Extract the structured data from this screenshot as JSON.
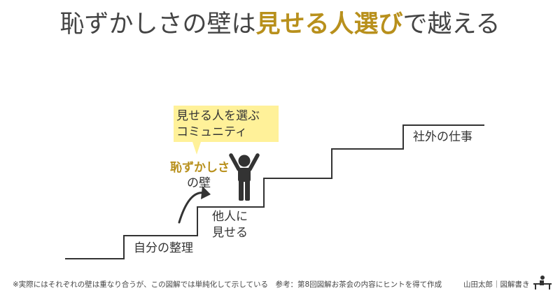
{
  "title": {
    "prefix": "恥ずかしさの壁は",
    "highlight": "見せる人選び",
    "suffix": "で越える"
  },
  "steps": {
    "step1_label": "自分の整理",
    "step2_label_line1": "他人に",
    "step2_label_line2": "見せる",
    "step4_label": "社外の仕事"
  },
  "wall": {
    "label_line1": "恥ずかしさ",
    "label_line2": "の壁"
  },
  "bubble": {
    "line1": "見せる人を選ぶ",
    "line2": "コミュニティ"
  },
  "footer": {
    "note": "※実際にはそれぞれの壁は重なり合うが、この図解では単純化して示している　参考：第8回図解お茶会の内容にヒントを得て作成",
    "credit": "山田太郎｜図解書き"
  },
  "colors": {
    "accent": "#b8901c",
    "bubble": "#fff199",
    "line": "#333333",
    "figure": "#333333"
  },
  "icons": [
    "person-raising-arms-icon",
    "curved-arrow-icon",
    "person-at-desk-icon"
  ]
}
